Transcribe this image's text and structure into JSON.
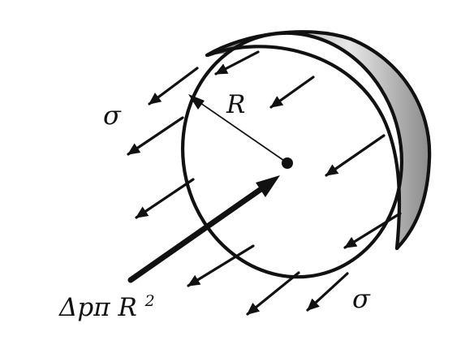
{
  "labels": {
    "sigma_upper": "σ",
    "radius": "R",
    "sigma_lower": "σ",
    "pressure_force_prefix": "Δpπ",
    "pressure_force_symbol": "R",
    "pressure_force_exponent": "2"
  },
  "colors": {
    "ink": "#111111",
    "shell_shadow": "#6f6f6f",
    "shell_mid": "#a9a9a9",
    "shell_light": "#e7e7e7",
    "background": "#ffffff"
  },
  "icons": {
    "center_marker": "center-dot-icon",
    "stress_arrow": "stress-arrow-icon",
    "pressure_arrow": "pressure-force-arrow-icon",
    "radius_arrow": "radius-arrow-icon"
  }
}
